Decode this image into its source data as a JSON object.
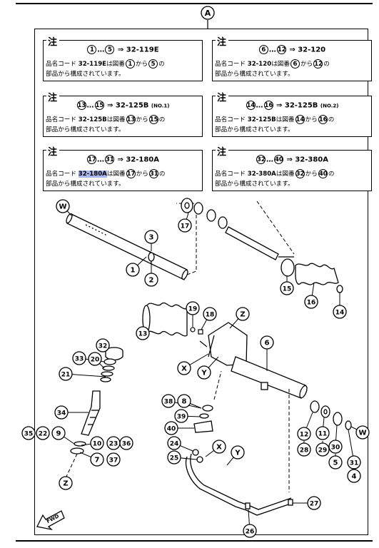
{
  "header": {
    "ref_label": "A"
  },
  "notes": [
    {
      "title": "注",
      "a": "1",
      "b": "5",
      "arrow": "⇒",
      "code": "32-119E",
      "suffix": "",
      "t1": "品名コード",
      "t2": "32-119E",
      "t3": "は図番",
      "t4": "から",
      "t5": "の",
      "t6": "部品から構成されています。"
    },
    {
      "title": "注",
      "a": "6",
      "b": "12",
      "arrow": "⇒",
      "code": "32-120",
      "suffix": "",
      "t1": "品名コード",
      "t2": "32-120",
      "t3": "は図番",
      "t4": "から",
      "t5": "の",
      "t6": "部品から構成されています。"
    },
    {
      "title": "注",
      "a": "13",
      "b": "15",
      "arrow": "⇒",
      "code": "32-125B",
      "suffix": "(NO.1)",
      "t1": "品名コード",
      "t2": "32-125B",
      "t3": "は図番",
      "t4": "から",
      "t5": "の",
      "t6": "部品から構成されています。"
    },
    {
      "title": "注",
      "a": "14",
      "b": "16",
      "arrow": "⇒",
      "code": "32-125B",
      "suffix": "(NO.2)",
      "t1": "品名コード",
      "t2": "32-125B",
      "t3": "は図番",
      "t4": "から",
      "t5": "の",
      "t6": "部品から構成されています。"
    },
    {
      "title": "注",
      "a": "17",
      "b": "31",
      "arrow": "⇒",
      "code": "32-180A",
      "suffix": "",
      "t1": "品名コード",
      "t2": "32-180A",
      "t3": "は図番",
      "t4": "から",
      "t5": "の",
      "t6": "部品から構成されています。"
    },
    {
      "title": "注",
      "a": "32",
      "b": "40",
      "arrow": "⇒",
      "code": "32-380A",
      "suffix": "",
      "t1": "品名コード",
      "t2": "32-380A",
      "t3": "は図番",
      "t4": "から",
      "t5": "の",
      "t6": "部品から構成されています。"
    }
  ],
  "callouts": [
    "W",
    "1",
    "2",
    "3",
    "17",
    "15",
    "16",
    "14",
    "19",
    "18",
    "Z",
    "13",
    "6",
    "X",
    "Y",
    "32",
    "33",
    "20",
    "21",
    "34",
    "38",
    "8",
    "39",
    "40",
    "12",
    "28",
    "11",
    "29",
    "30",
    "5",
    "W",
    "31",
    "4",
    "35",
    "22",
    "9",
    "10",
    "23",
    "36",
    "7",
    "37",
    "Z",
    "24",
    "25",
    "X",
    "Y",
    "27",
    "26"
  ],
  "fwd_label": "FWD"
}
